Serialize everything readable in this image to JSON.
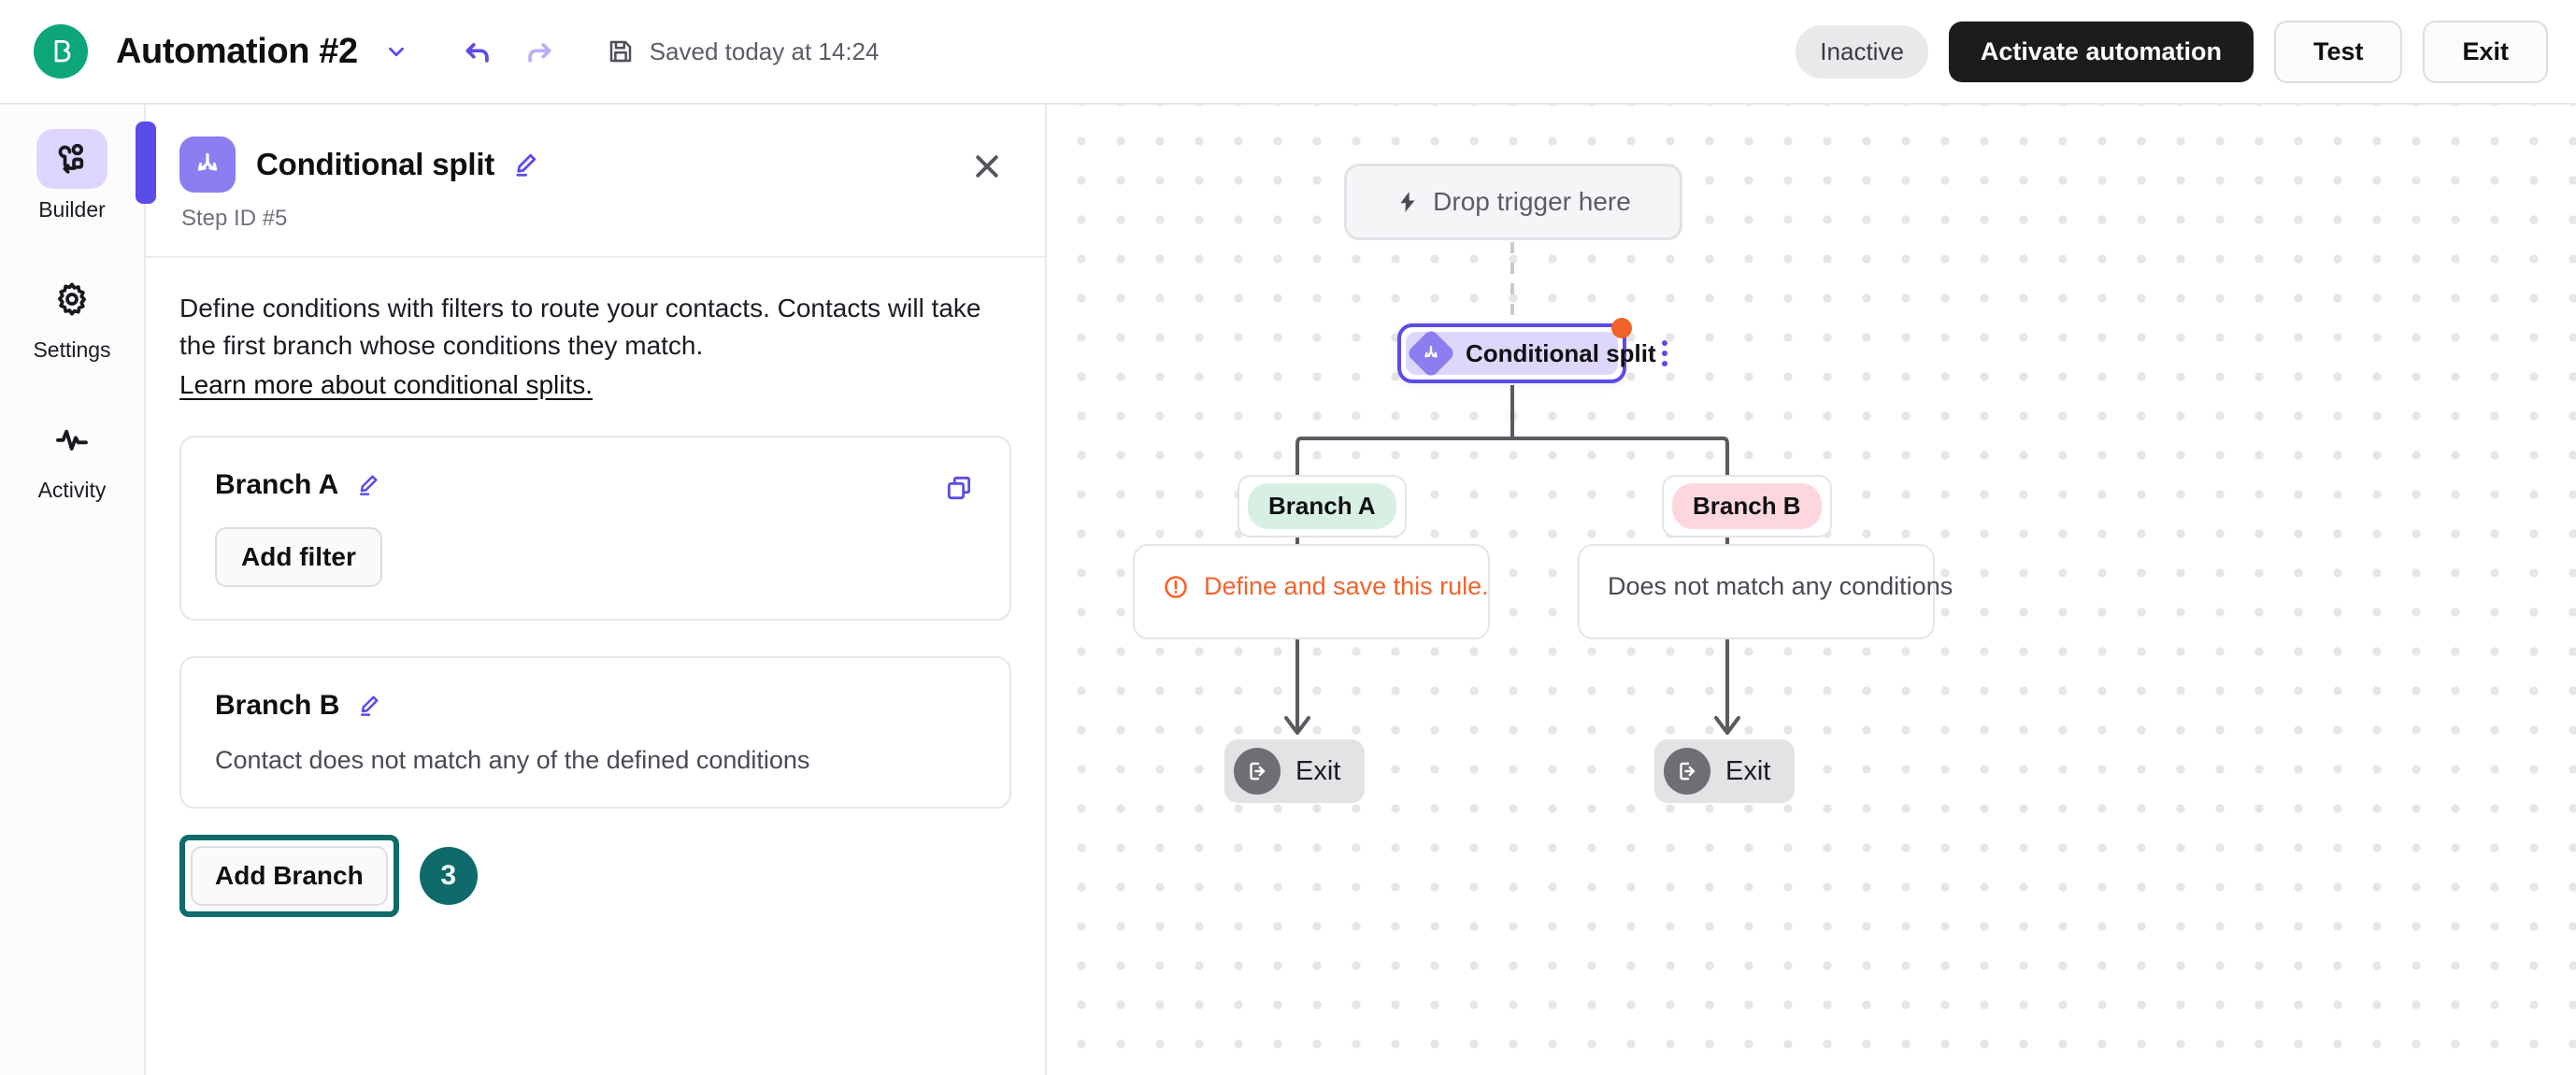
{
  "topbar": {
    "logo_icon": "brevo-b-logo",
    "title": "Automation #2",
    "chevron_icon": "chevron-down-icon",
    "undo_icon": "undo-arrow-icon",
    "redo_icon": "redo-arrow-icon",
    "save_icon": "floppy-disk-save-icon",
    "saved_text": "Saved today at 14:24",
    "status": "Inactive",
    "activate_label": "Activate automation",
    "test_label": "Test",
    "exit_label": "Exit"
  },
  "rail": {
    "items": [
      {
        "label": "Builder",
        "icon": "workflow-builder-icon",
        "active": true
      },
      {
        "label": "Settings",
        "icon": "gear-icon",
        "active": false
      },
      {
        "label": "Activity",
        "icon": "pulse-activity-icon",
        "active": false
      }
    ]
  },
  "panel": {
    "step_icon": "conditional-split-icon",
    "title": "Conditional split",
    "edit_icon": "pencil-edit-icon",
    "close_icon": "close-x-icon",
    "step_id": "Step ID #5",
    "description": "Define conditions with filters to route your contacts. Contacts will take the first branch whose conditions they match.",
    "learn_more": "Learn more about conditional splits.",
    "branches": [
      {
        "name": "Branch A",
        "edit_icon": "pencil-edit-icon",
        "copy_icon": "duplicate-copy-icon",
        "action_label": "Add filter",
        "subtitle": null
      },
      {
        "name": "Branch B",
        "edit_icon": "pencil-edit-icon",
        "copy_icon": null,
        "action_label": null,
        "subtitle": "Contact does not match any of the defined conditions"
      }
    ],
    "add_branch_label": "Add Branch",
    "annotation_badge": "3",
    "annotation_color": "#0f6b6b"
  },
  "canvas": {
    "trigger_label": "Drop trigger here",
    "trigger_icon": "lightning-bolt-icon",
    "split_node": {
      "label": "Conditional split",
      "icon": "conditional-split-icon",
      "menu_icon": "kebab-menu-icon",
      "error_dot": true,
      "error_color": "#f4622c",
      "selected_color": "#5b4be8"
    },
    "branch_a": {
      "chip": "Branch A",
      "chip_color": "#d8f0e3",
      "message": "Define and save this rule.",
      "message_icon": "alert-circle-icon",
      "message_color": "#f4622c",
      "exit_label": "Exit",
      "exit_icon": "logout-exit-icon"
    },
    "branch_b": {
      "chip": "Branch B",
      "chip_color": "#fcd8de",
      "message": "Does not match any conditions",
      "message_icon": null,
      "message_color": "#4a4a55",
      "exit_label": "Exit",
      "exit_icon": "logout-exit-icon"
    }
  }
}
